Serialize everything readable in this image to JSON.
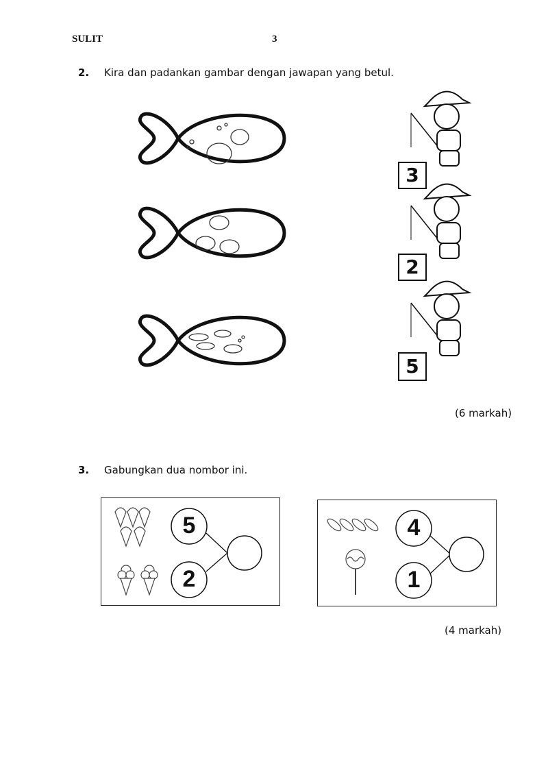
{
  "header": {
    "label": "SULIT",
    "page_number": "3"
  },
  "question2": {
    "number": "2.",
    "text": "Kira dan padankan gambar dengan jawapan yang betul.",
    "fish_bowls": [
      {
        "icon": "angelfish-icon",
        "count": 2
      },
      {
        "icon": "clownfish-icon",
        "count": 3
      },
      {
        "icon": "small-fish-icon",
        "count": 4
      }
    ],
    "buckets": [
      "3",
      "2",
      "5"
    ],
    "marks": "(6 markah)"
  },
  "question3": {
    "number": "3.",
    "text": "Gabungkan dua nombor ini.",
    "boxes": [
      {
        "top_number": "5",
        "bottom_number": "2",
        "top_icon": "ice-cream-cone-icon",
        "bottom_icon": "triple-scoop-ice-cream-icon"
      },
      {
        "top_number": "4",
        "bottom_number": "1",
        "top_icon": "candy-icon",
        "bottom_icon": "lollipop-icon"
      }
    ],
    "marks": "(4 markah)"
  }
}
